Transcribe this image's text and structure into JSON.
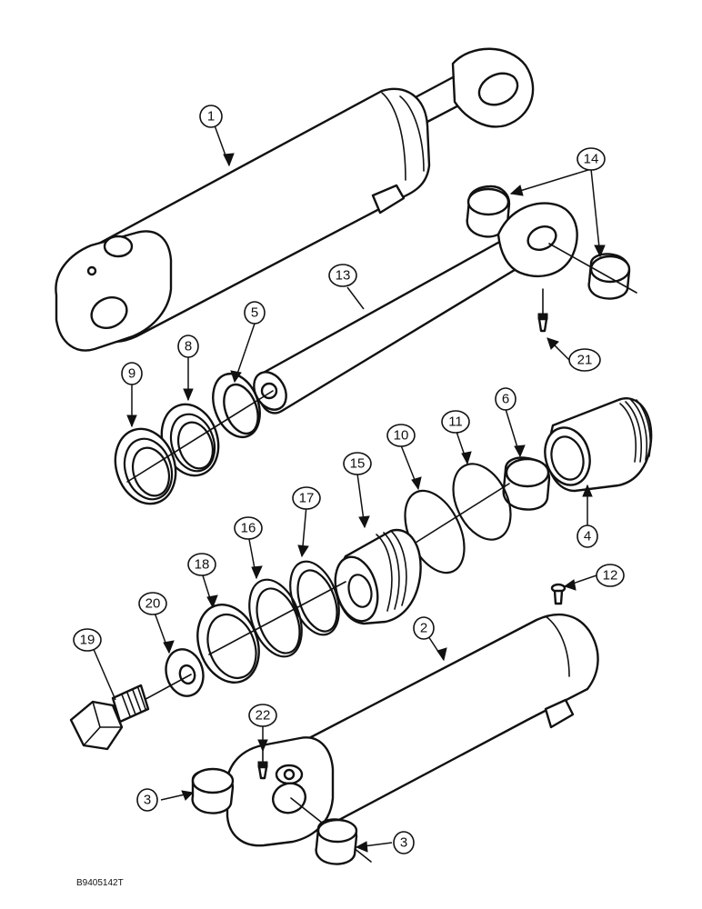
{
  "figure_code": "B9405142T",
  "callouts": {
    "c1": "1",
    "c2": "2",
    "c3a": "3",
    "c3b": "3",
    "c4": "4",
    "c5": "5",
    "c6": "6",
    "c8": "8",
    "c9": "9",
    "c10": "10",
    "c11": "11",
    "c12": "12",
    "c13": "13",
    "c14": "14",
    "c15": "15",
    "c16": "16",
    "c17": "17",
    "c18": "18",
    "c19": "19",
    "c20": "20",
    "c21": "21",
    "c22": "22"
  }
}
